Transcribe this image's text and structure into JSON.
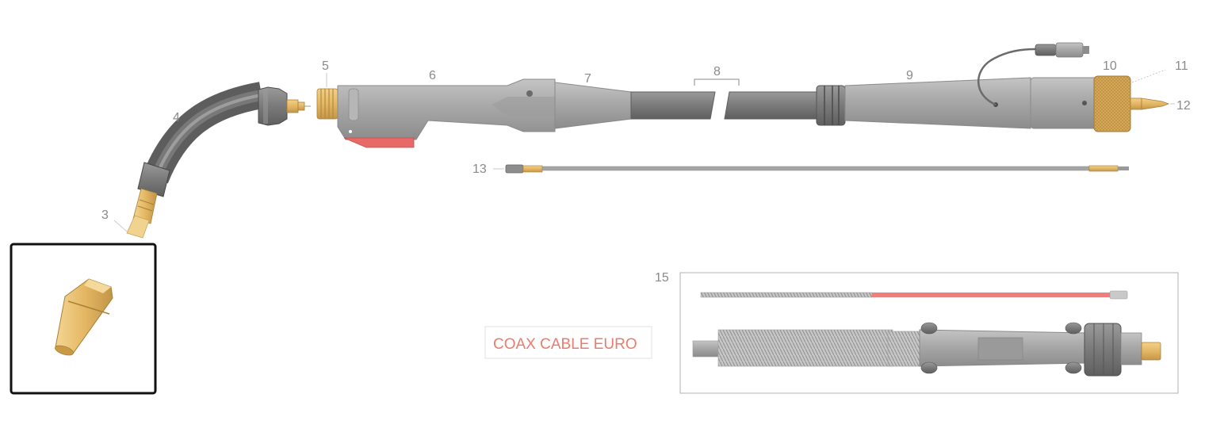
{
  "diagram": {
    "part_labels": {
      "p3": "3",
      "p4": "4",
      "p5": "5",
      "p6": "6",
      "p7": "7",
      "p8": "8",
      "p9": "9",
      "p10": "10",
      "p11": "11",
      "p12": "12",
      "p13": "13",
      "p15": "15"
    },
    "coax_label": "COAX CABLE EURO",
    "colors": {
      "handle_gray": "#a9a9a9",
      "dark_gray": "#7d7d7d",
      "brass": "#e6bd6a",
      "brass_dark": "#c99a45",
      "trigger_red": "#e86a68",
      "coax_text": "#e87d6c",
      "highlight_frame": "#111111"
    }
  }
}
